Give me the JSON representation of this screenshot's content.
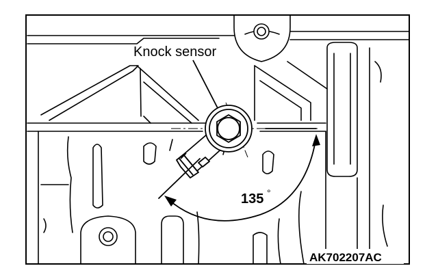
{
  "figure": {
    "callout_label": "Knock sensor",
    "angle_label": "135",
    "angle_unit_symbol": "°",
    "figure_code": "AK702207AC",
    "colors": {
      "ink": "#000000",
      "background": "#ffffff"
    }
  }
}
